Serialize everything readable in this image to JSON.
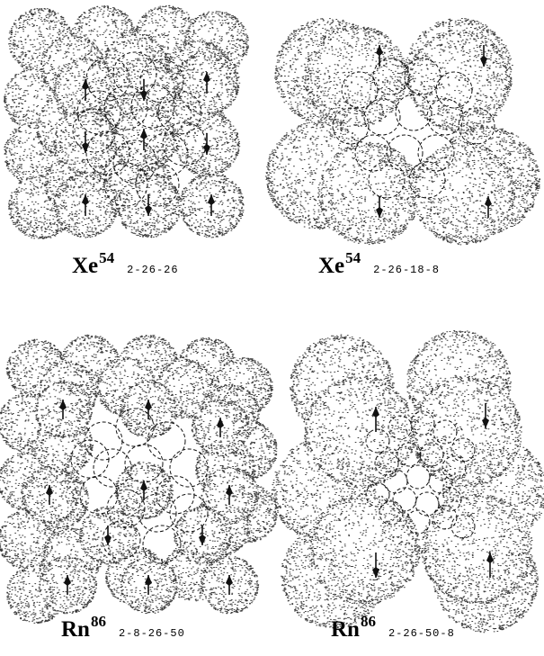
{
  "colors": {
    "dot": "#3a3a3a",
    "line": "#111111",
    "background": "#ffffff"
  },
  "figures": [
    {
      "symbol": "Xe",
      "superscript": "54",
      "configuration": "2-26-26"
    },
    {
      "symbol": "Xe",
      "superscript": "54",
      "configuration": "2-26-18-8"
    },
    {
      "symbol": "Rn",
      "superscript": "86",
      "configuration": "2-8-26-50"
    },
    {
      "symbol": "Rn",
      "superscript": "86",
      "configuration": "2-26-50-8"
    }
  ]
}
